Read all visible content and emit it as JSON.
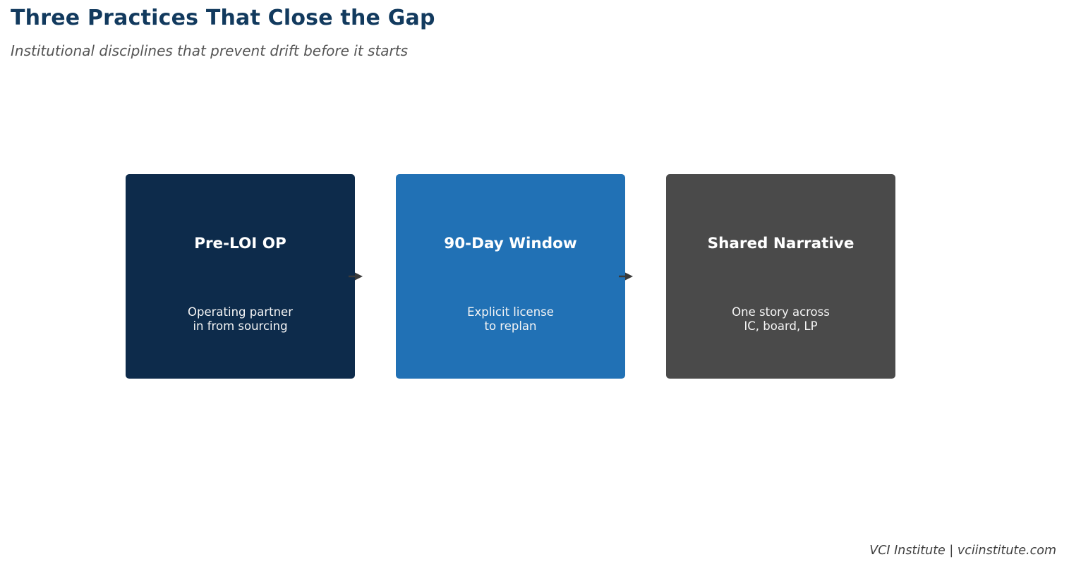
{
  "header": {
    "title": "Three Practices That Close the Gap",
    "subtitle": "Institutional disciplines that prevent drift before it starts"
  },
  "boxes": [
    {
      "title": "Pre-LOI OP",
      "body": "Operating partner\nin from sourcing",
      "bg": "#0d2b4b"
    },
    {
      "title": "90-Day Window",
      "body": "Explicit license\nto replan",
      "bg": "#2171b5"
    },
    {
      "title": "Shared Narrative",
      "body": "One story across\nIC, board, LP",
      "bg": "#4a4a4a"
    }
  ],
  "arrow_color": "#3a3a3a",
  "footer": {
    "text": "VCI Institute  |  vciinstitute.com"
  }
}
